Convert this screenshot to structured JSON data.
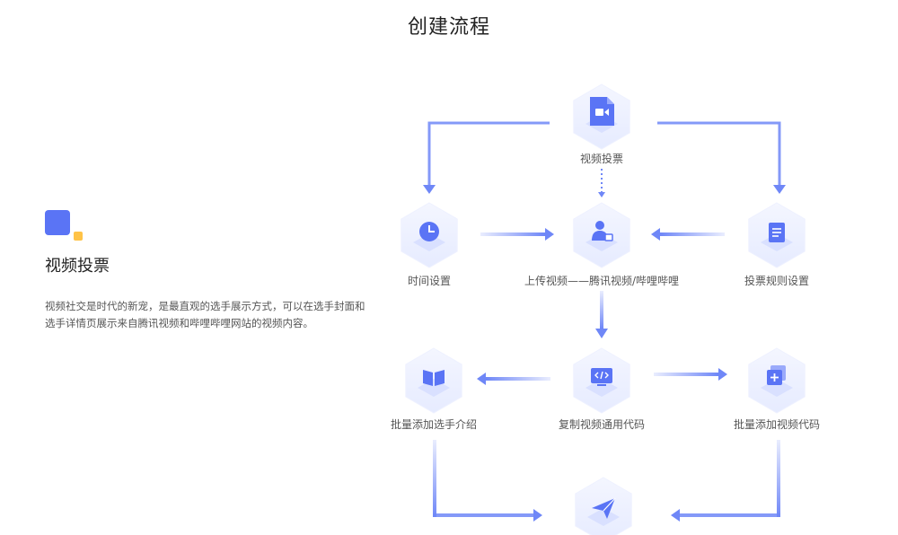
{
  "header": {
    "title": "创建流程"
  },
  "intro": {
    "heading": "视频投票",
    "description": "视频社交是时代的新宠，是最直观的选手展示方式，可以在选手封面和选手详情页展示来自腾讯视频和哔哩哔哩网站的视频内容。"
  },
  "colors": {
    "accent": "#5a74f5",
    "accent_light": "#e9edff",
    "accent_small": "#ffc347",
    "arrow": "#6f87f7"
  },
  "flow": {
    "nodes": [
      {
        "id": "video-vote",
        "label": "视频投票",
        "icon": "video-file-icon"
      },
      {
        "id": "time-settings",
        "label": "时间设置",
        "icon": "clock-icon"
      },
      {
        "id": "upload-video",
        "label": "上传视频——腾讯视频/哔哩哔哩",
        "icon": "user-upload-icon"
      },
      {
        "id": "vote-rules",
        "label": "投票规则设置",
        "icon": "rules-document-icon"
      },
      {
        "id": "batch-intro",
        "label": "批量添加选手介绍",
        "icon": "book-icon"
      },
      {
        "id": "copy-code",
        "label": "复制视频通用代码",
        "icon": "code-monitor-icon"
      },
      {
        "id": "batch-video-code",
        "label": "批量添加视频代码",
        "icon": "add-square-icon"
      },
      {
        "id": "publish",
        "label": "",
        "icon": "paper-plane-icon"
      }
    ]
  }
}
